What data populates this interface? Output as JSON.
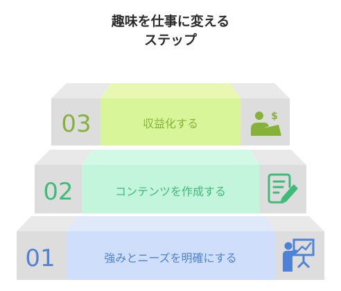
{
  "title": {
    "line1": "趣味を仕事に変える",
    "line2": "ステップ"
  },
  "colors": {
    "side_top": "#e9e9e9",
    "side_face": "#dddddd",
    "step3_top": "#e8f7b2",
    "step3_face": "#d9f59a",
    "step3_text": "#86b23a",
    "step2_top": "#d2f8e6",
    "step2_face": "#c3f4dc",
    "step2_text": "#3dbc78",
    "step1_top": "#dfe9fa",
    "step1_face": "#cfdefa",
    "step1_text": "#4e82d6"
  },
  "steps": [
    {
      "number": "03",
      "label": "収益化する",
      "icon": "person-laptop-money-icon"
    },
    {
      "number": "02",
      "label": "コンテンツを作成する",
      "icon": "document-pencil-icon"
    },
    {
      "number": "01",
      "label": "強みとニーズを明確にする",
      "icon": "presenter-chart-icon"
    }
  ]
}
